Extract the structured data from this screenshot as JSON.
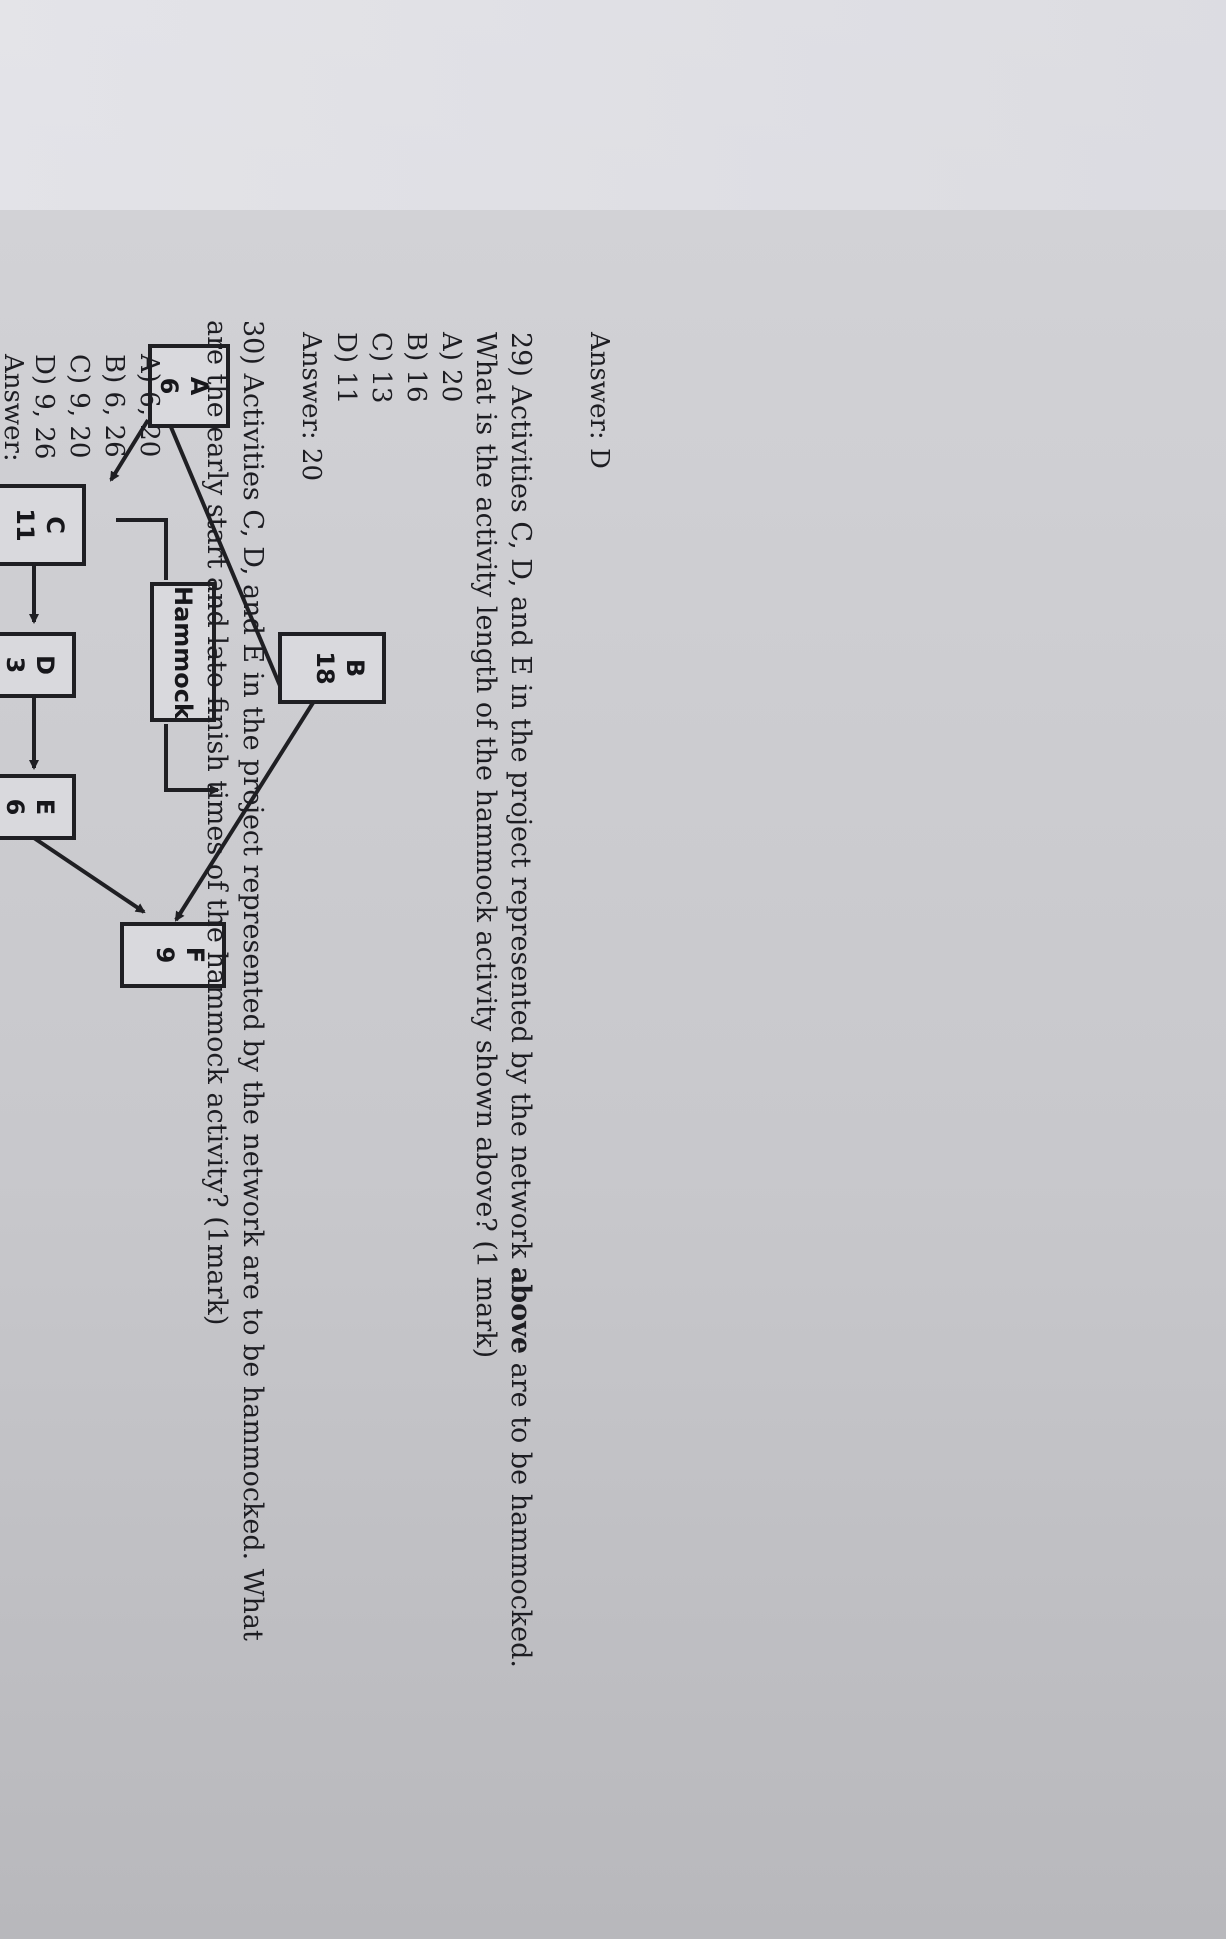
{
  "diagram": {
    "nodes": [
      {
        "id": "A",
        "label": "A",
        "duration": "6"
      },
      {
        "id": "B",
        "label": "B",
        "duration": "18"
      },
      {
        "id": "C",
        "label": "C",
        "duration": "11"
      },
      {
        "id": "D",
        "label": "D",
        "duration": "3"
      },
      {
        "id": "E",
        "label": "E",
        "duration": "6"
      },
      {
        "id": "F",
        "label": "F",
        "duration": "9"
      }
    ],
    "hammock_label": "Hammock",
    "edges": [
      [
        "A",
        "B"
      ],
      [
        "A",
        "C"
      ],
      [
        "C",
        "D"
      ],
      [
        "D",
        "E"
      ],
      [
        "B",
        "F"
      ],
      [
        "E",
        "F"
      ]
    ]
  },
  "answer_28": "Answer: D",
  "question_29": {
    "line1_pre": "29) Activities C, D, and E in the project represented by the network ",
    "line1_bold": "above",
    "line1_post": " are to be hammocked.",
    "line2": "What is the activity length of the hammock activity shown above? (1 mark)",
    "options": [
      "A) 20",
      "B) 16",
      "C) 13",
      "D) 11"
    ],
    "answer": "Answer: 20"
  },
  "question_30": {
    "line1": "30) Activities C, D, and E in the project represented by the network are to be hammocked. What",
    "line2": "are the early start and late finish times of the hammock activity? (1mark)",
    "options": [
      "A) 6, 20",
      "B) 6, 26",
      "C) 9, 20",
      "D) 9, 26"
    ],
    "answer": "Answer:"
  }
}
